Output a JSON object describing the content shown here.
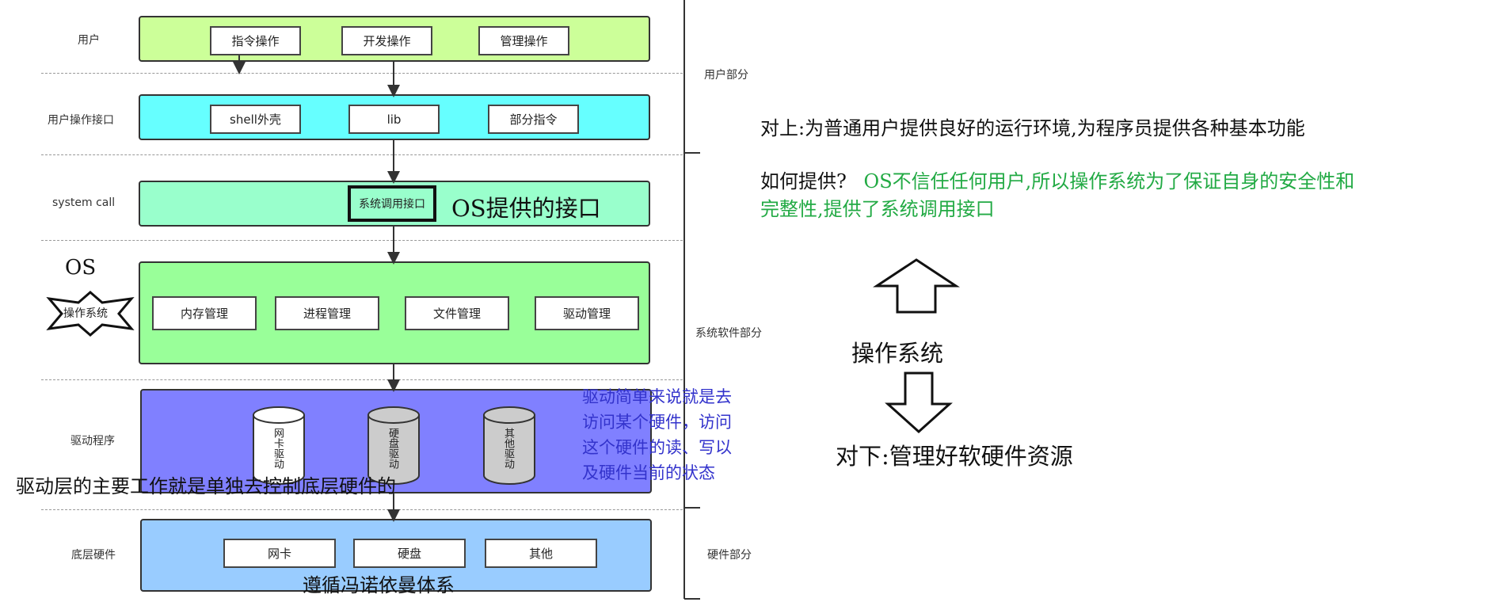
{
  "colors": {
    "user": "#ccff99",
    "user_interface": "#66ffff",
    "syscall": "#99ffcc",
    "os": "#99ff99",
    "driver": "#8080ff",
    "hardware": "#99ccff",
    "green_text": "#22aa44",
    "blue_text": "#3333cc"
  },
  "layers": {
    "user": {
      "label": "用户",
      "boxes": [
        "指令操作",
        "开发操作",
        "管理操作"
      ]
    },
    "user_interface": {
      "label": "用户操作接口",
      "boxes": [
        "shell外壳",
        "lib",
        "部分指令"
      ]
    },
    "syscall": {
      "label": "system call",
      "box": "系统调用接口",
      "annotation": "OS提供的接口"
    },
    "os": {
      "label_top": "OS",
      "label_star": "操作系统",
      "boxes": [
        "内存管理",
        "进程管理",
        "文件管理",
        "驱动管理"
      ]
    },
    "driver": {
      "label": "驱动程序",
      "cylinders": [
        "网卡驱动",
        "硬盘驱动",
        "其他驱动"
      ]
    },
    "hardware": {
      "label": "底层硬件",
      "boxes": [
        "网卡",
        "硬盘",
        "其他"
      ]
    }
  },
  "right_labels": {
    "user_part": "用户部分",
    "system_software_part": "系统软件部分",
    "hardware_part": "硬件部分"
  },
  "annotations": {
    "driver_layer_work": "驱动层的主要工作就是单独去控制底层硬件的",
    "von_neumann": "遵循冯诺依曼体系",
    "driver_explain": [
      "驱动简单来说就是去",
      "访问某个硬件，访问",
      "这个硬件的读、写以",
      "及硬件当前的状态"
    ]
  },
  "notes": {
    "upward": "对上:为普通用户提供良好的运行环境,为程序员提供各种基本功能",
    "how_prefix": "如何提供?",
    "how_answer_line1": "OS不信任任何用户,所以操作系统为了保证自身的安全性和",
    "how_answer_line2": "完整性,提供了系统调用接口",
    "os_center": "操作系统",
    "downward": "对下:管理好软硬件资源"
  }
}
